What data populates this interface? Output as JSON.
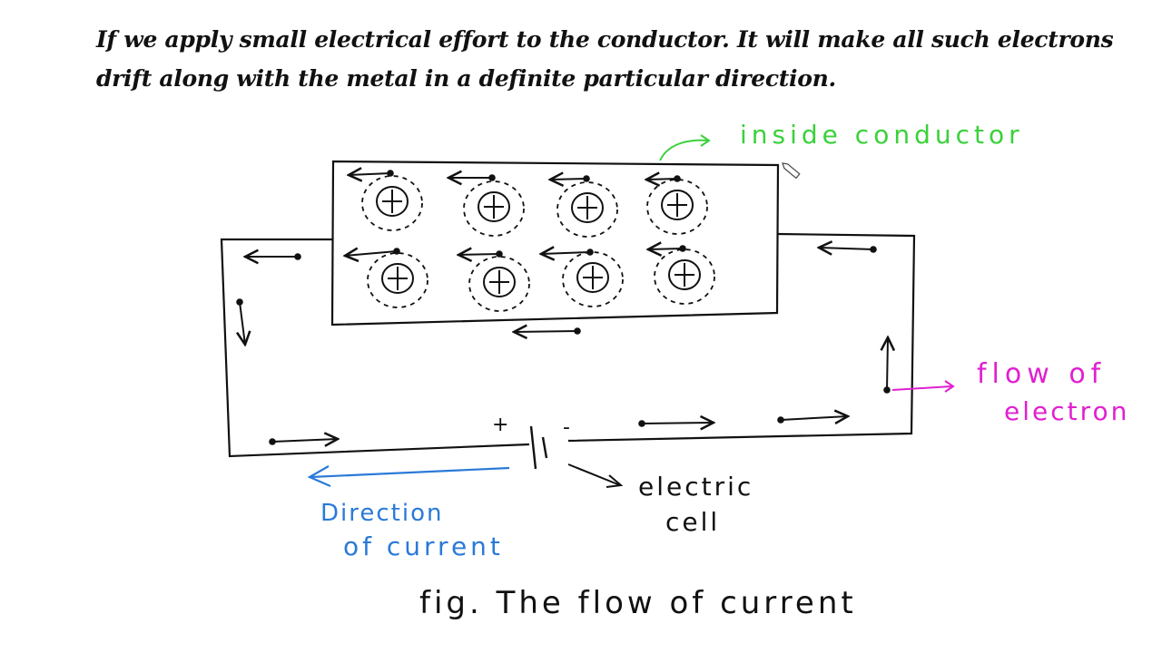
{
  "heading": {
    "line1": "If we apply small electrical effort to the conductor. It will make all such electrons",
    "line2": "drift along with the metal in a definite particular direction."
  },
  "labels": {
    "inside_conductor": "inside conductor",
    "flow_of_electron_line1": "flow of",
    "flow_of_electron_line2": "electron",
    "direction_of_current_line1": "Direction",
    "direction_of_current_line2": "of current",
    "electric_cell_line1": "electric",
    "electric_cell_line2": "cell",
    "plus_terminal": "+",
    "minus_terminal": "-",
    "caption": "fig. The flow of current"
  },
  "colors": {
    "ink": "#111111",
    "green": "#3ad13a",
    "magenta": "#e020d0",
    "blue": "#2a7ad8"
  },
  "ions": {
    "count": 8,
    "symbol": "+"
  }
}
